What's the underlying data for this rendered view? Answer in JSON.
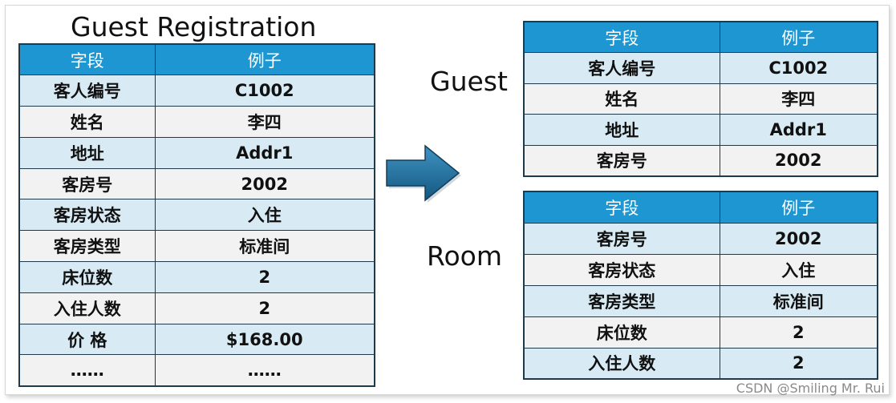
{
  "title": "Guest Registration",
  "guest_label": "Guest",
  "room_label": "Room",
  "headers": {
    "field": "字段",
    "example": "例子"
  },
  "left_rows": [
    {
      "field": "客人编号",
      "example": "C1002"
    },
    {
      "field": "姓名",
      "example": "李四"
    },
    {
      "field": "地址",
      "example": "Addr1"
    },
    {
      "field": "客房号",
      "example": "2002"
    },
    {
      "field": "客房状态",
      "example": "入住"
    },
    {
      "field": "客房类型",
      "example": "标准间"
    },
    {
      "field": "床位数",
      "example": "2"
    },
    {
      "field": "入住人数",
      "example": "2"
    },
    {
      "field": "价 格",
      "example": "$168.00"
    },
    {
      "field": "……",
      "example": "……"
    }
  ],
  "guest_rows": [
    {
      "field": "客人编号",
      "example": "C1002"
    },
    {
      "field": "姓名",
      "example": "李四"
    },
    {
      "field": "地址",
      "example": "Addr1"
    },
    {
      "field": "客房号",
      "example": "2002"
    }
  ],
  "room_rows": [
    {
      "field": "客房号",
      "example": "2002"
    },
    {
      "field": "客房状态",
      "example": "入住"
    },
    {
      "field": "客房类型",
      "example": "标准间"
    },
    {
      "field": "床位数",
      "example": "2"
    },
    {
      "field": "入住人数",
      "example": "2"
    }
  ],
  "watermark": "CSDN @Smiling Mr. Rui",
  "colors": {
    "header_bg": "#1e96d2",
    "row_odd": "#d8ebf4",
    "row_even": "#f2f2f2",
    "arrow": "#1f6fa0"
  }
}
